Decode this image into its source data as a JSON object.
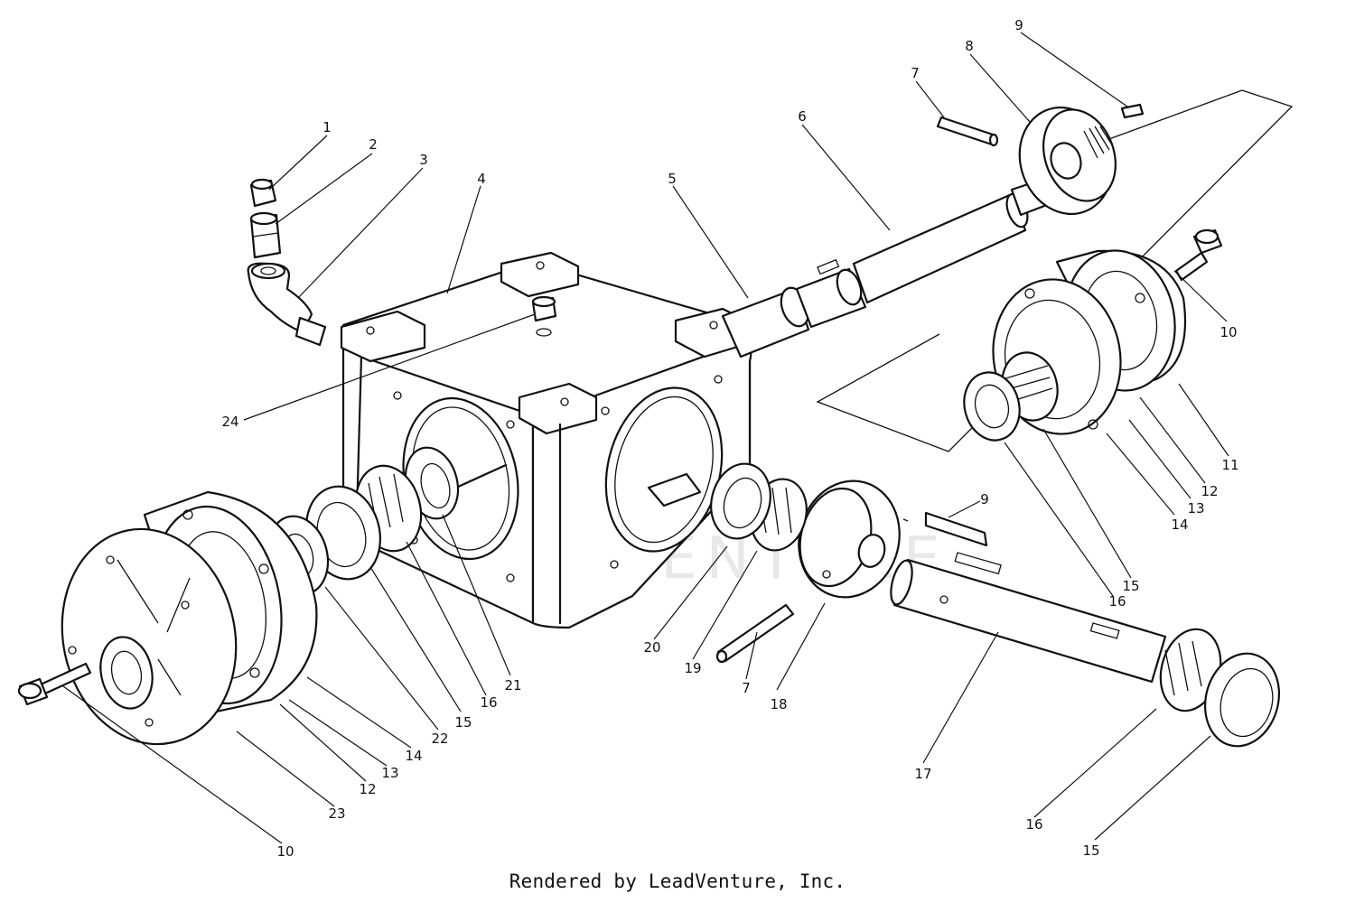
{
  "footer": "Rendered by LeadVenture, Inc.",
  "watermark": "LEADVENTURE",
  "callouts": [
    "1",
    "2",
    "3",
    "4",
    "5",
    "6",
    "7",
    "8",
    "9",
    "24",
    "10",
    "11",
    "12",
    "13",
    "14",
    "16",
    "15",
    "20",
    "21",
    "22",
    "16",
    "15",
    "19",
    "7",
    "18",
    "9",
    "17",
    "23",
    "12",
    "13",
    "14",
    "10",
    "16",
    "15"
  ]
}
